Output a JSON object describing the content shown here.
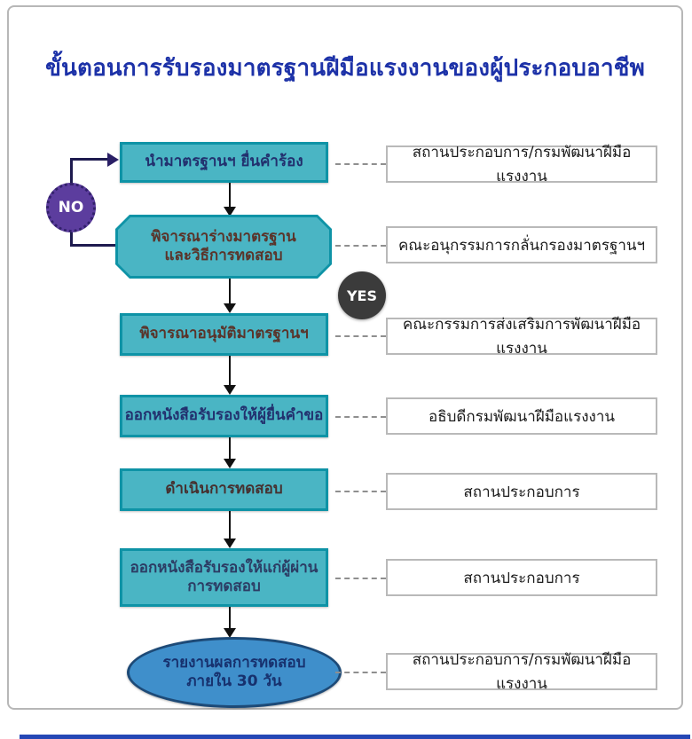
{
  "page": {
    "title": "ขั้นตอนการรับรองมาตรฐานฝีมือแรงงานของผู้ประกอบอาชีพ",
    "title_color": "#1d32a8",
    "card_border_color": "#b7b7b7",
    "bottom_bar_color": "#2547b5"
  },
  "colors": {
    "node_fill": "#4ab5c4",
    "node_border": "#0e93a6",
    "ellipse_fill": "#3f8fcb",
    "ellipse_border": "#1d4a77",
    "connector": "#111111",
    "dotted_connector": "#8f8f8f",
    "no_loop_line": "#1e1b4f"
  },
  "badges": {
    "no": {
      "label": "NO",
      "fill": "#5c3d9e",
      "border": "#32206b",
      "text_color": "#ffffff"
    },
    "yes": {
      "label": "YES",
      "fill": "#3b3b3b",
      "text_color": "#ffffff"
    }
  },
  "flow": {
    "steps": [
      {
        "shape": "rect",
        "label": "นำมาตรฐานฯ ยื่นคำร้อง",
        "text_color": "#22306e",
        "agency": "สถานประกอบการ/กรมพัฒนาฝีมือแรงงาน"
      },
      {
        "shape": "octagon",
        "label": "พิจารณาร่างมาตรฐาน\nและวิธีการทดสอบ",
        "text_color": "#5a342a",
        "agency": "คณะอนุกรรมการกลั่นกรองมาตรฐานฯ"
      },
      {
        "shape": "rect",
        "label": "พิจารณาอนุมัติมาตรฐานฯ",
        "text_color": "#5a342a",
        "agency": "คณะกรรมการส่งเสริมการพัฒนาฝีมือแรงงาน"
      },
      {
        "shape": "rect",
        "label": "ออกหนังสือรับรองให้ผู้ยื่นคำขอ",
        "text_color": "#22306e",
        "agency": "อธิบดีกรมพัฒนาฝีมือแรงงาน"
      },
      {
        "shape": "rect",
        "label": "ดำเนินการทดสอบ",
        "text_color": "#46302f",
        "agency": "สถานประกอบการ"
      },
      {
        "shape": "rect",
        "label": "ออกหนังสือรับรองให้แก่ผู้ผ่าน\nการทดสอบ",
        "text_color": "#2c3c64",
        "agency": "สถานประกอบการ"
      },
      {
        "shape": "ellipse",
        "label": "รายงานผลการทดสอบ\nภายใน 30 วัน",
        "text_color": "#17316e",
        "agency": "สถานประกอบการ/กรมพัฒนาฝีมือแรงงาน"
      }
    ]
  }
}
